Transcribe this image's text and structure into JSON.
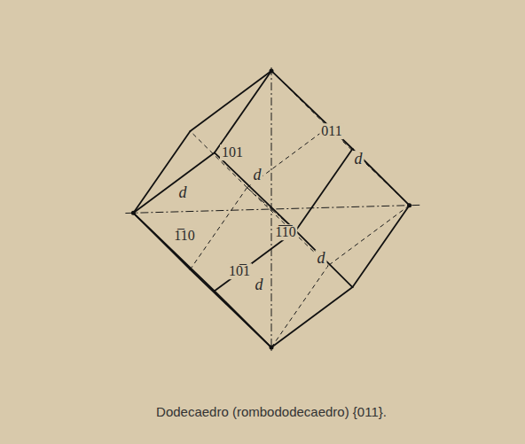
{
  "diagram": {
    "caption": "Dodecaedro (rombododecaedro) {011}.",
    "labels": [
      "101",
      "011",
      "d",
      "d",
      "d",
      "1̅10",
      "1̅1̅0",
      "d",
      "10̅1",
      "d"
    ]
  }
}
